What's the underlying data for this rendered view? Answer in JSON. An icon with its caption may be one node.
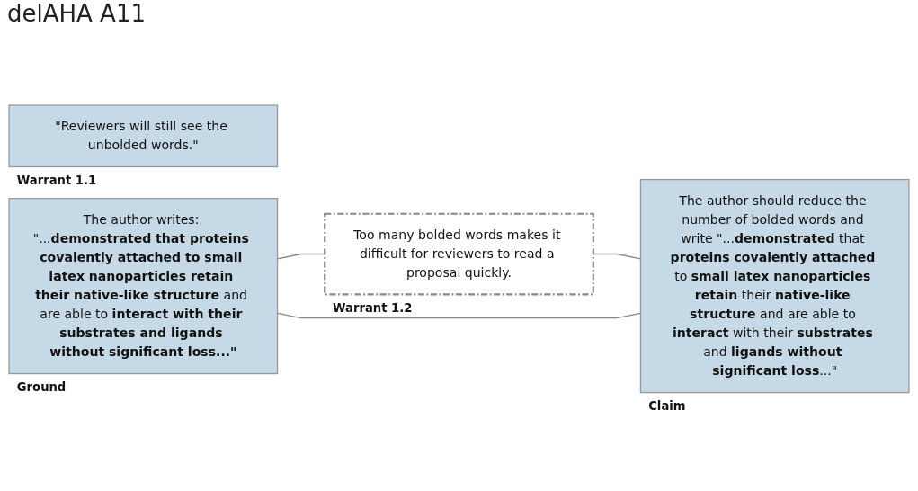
{
  "diagram": {
    "title": "delAHA A11",
    "nodes": [
      {
        "text": [
          "\"Reviewers will still see the unbolded words.\""
        ],
        "beside": [
          "Warrant 1.1"
        ]
      },
      {
        "text": [
          "Too many bolded words makes it difficult for reviewers to read a proposal quickly."
        ],
        "beside": [
          "Warrant 1.2"
        ]
      },
      {
        "text": [
          "The author writes: \"...**demonstrated that proteins covalently attached to small latex nanoparticles retain their native-like structure** and are able to **interact with their substrates and ligands without significant loss...\"**"
        ],
        "beside": [
          "Ground"
        ]
      },
      {
        "text": [
          "The author should reduce the number of bolded words and write \"...**demonstrated** that **proteins covalently attached** to **small latex nanoparticles retain** their **native-like structure** and are able to **interact** with their **substrates** and **ligands without significant loss**...\""
        ],
        "beside": [
          "Claim"
        ]
      }
    ],
    "edges": [
      {
        "from": 2,
        "to": 1,
        "arrow": "none"
      },
      {
        "from": 1,
        "to": 3,
        "arrow": "none"
      },
      {
        "from": 2,
        "to": 3,
        "arrow": "none"
      }
    ]
  }
}
